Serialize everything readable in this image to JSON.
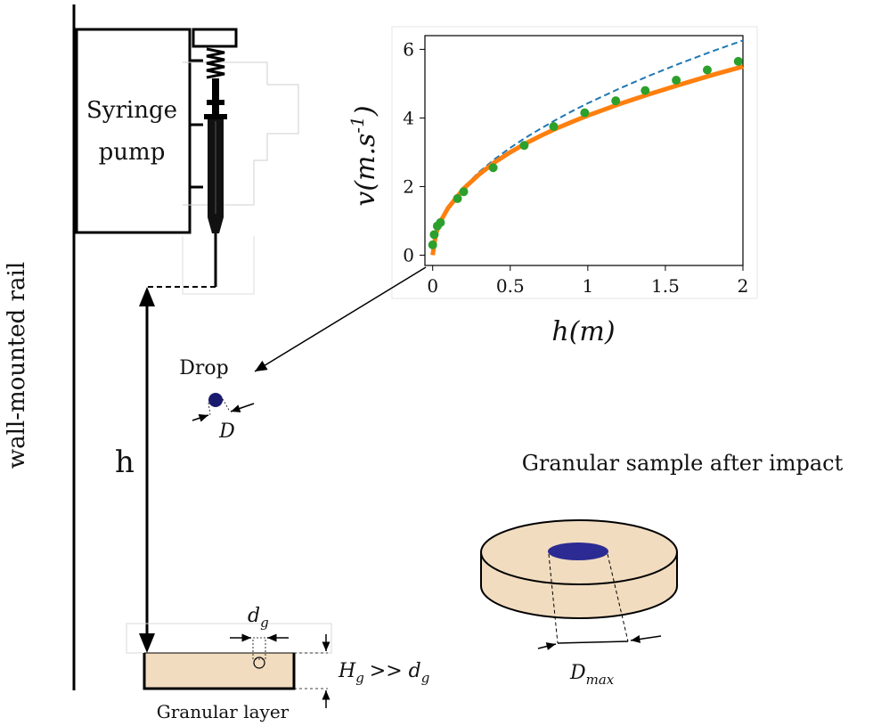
{
  "labels": {
    "rail": "wall-mounted rail",
    "pump_line1": "Syringe",
    "pump_line2": "pump",
    "height": "h",
    "drop": "Drop",
    "drop_diameter": "D",
    "grain_size_base": "d",
    "grain_size_sub": "g",
    "layer_depth_base": "H",
    "layer_depth_sub": "g",
    "layer_depth_relation": ">> d",
    "layer_depth_rhs_sub": "g",
    "granular_layer": "Granular layer",
    "sample_title": "Granular sample after impact",
    "crater_base": "D",
    "crater_sub": "max"
  },
  "colors": {
    "sand": "#f1dcc0",
    "drop": "#1a1a6e",
    "crater": "#2b2b93",
    "fit_line": "#ff7f0e",
    "theory_line": "#1f77b4",
    "markers": "#2ca02c"
  },
  "chart_data": {
    "type": "line",
    "xlabel": "h(m)",
    "ylabel": "v(m.s^-1)",
    "xlim": [
      -0.05,
      2.0
    ],
    "ylim": [
      -0.3,
      6.4
    ],
    "xticks": [
      0,
      0.5,
      1,
      1.5,
      2
    ],
    "xtick_labels": [
      "0",
      "0.5",
      "1",
      "1.5",
      "2"
    ],
    "yticks": [
      0,
      2,
      4,
      6
    ],
    "ytick_labels": [
      "0",
      "2",
      "4",
      "6"
    ],
    "grid": false,
    "series": [
      {
        "style": "dashed",
        "color": "#1f77b4",
        "x": [
          0,
          0.02,
          0.05,
          0.1,
          0.2,
          0.3,
          0.4,
          0.5,
          0.6,
          0.7,
          0.8,
          0.9,
          1.0,
          1.2,
          1.4,
          1.6,
          1.8,
          2.0
        ],
        "y": [
          0,
          0.63,
          0.99,
          1.4,
          1.98,
          2.43,
          2.8,
          3.13,
          3.43,
          3.7,
          3.96,
          4.2,
          4.43,
          4.85,
          5.24,
          5.6,
          5.94,
          6.26
        ]
      },
      {
        "style": "solid",
        "color": "#ff7f0e",
        "x": [
          0,
          0.02,
          0.05,
          0.1,
          0.2,
          0.3,
          0.4,
          0.5,
          0.6,
          0.7,
          0.8,
          0.9,
          1.0,
          1.2,
          1.4,
          1.6,
          1.8,
          2.0
        ],
        "y": [
          0,
          0.62,
          0.98,
          1.38,
          1.94,
          2.36,
          2.71,
          3.0,
          3.26,
          3.49,
          3.7,
          3.89,
          4.07,
          4.4,
          4.7,
          4.98,
          5.25,
          5.5
        ]
      },
      {
        "style": "markers",
        "color": "#2ca02c",
        "x": [
          0.0,
          0.01,
          0.03,
          0.05,
          0.16,
          0.2,
          0.39,
          0.59,
          0.78,
          0.98,
          1.18,
          1.37,
          1.57,
          1.77,
          1.97
        ],
        "y": [
          0.3,
          0.6,
          0.85,
          0.95,
          1.65,
          1.85,
          2.55,
          3.2,
          3.75,
          4.15,
          4.5,
          4.8,
          5.1,
          5.4,
          5.65
        ]
      }
    ]
  }
}
